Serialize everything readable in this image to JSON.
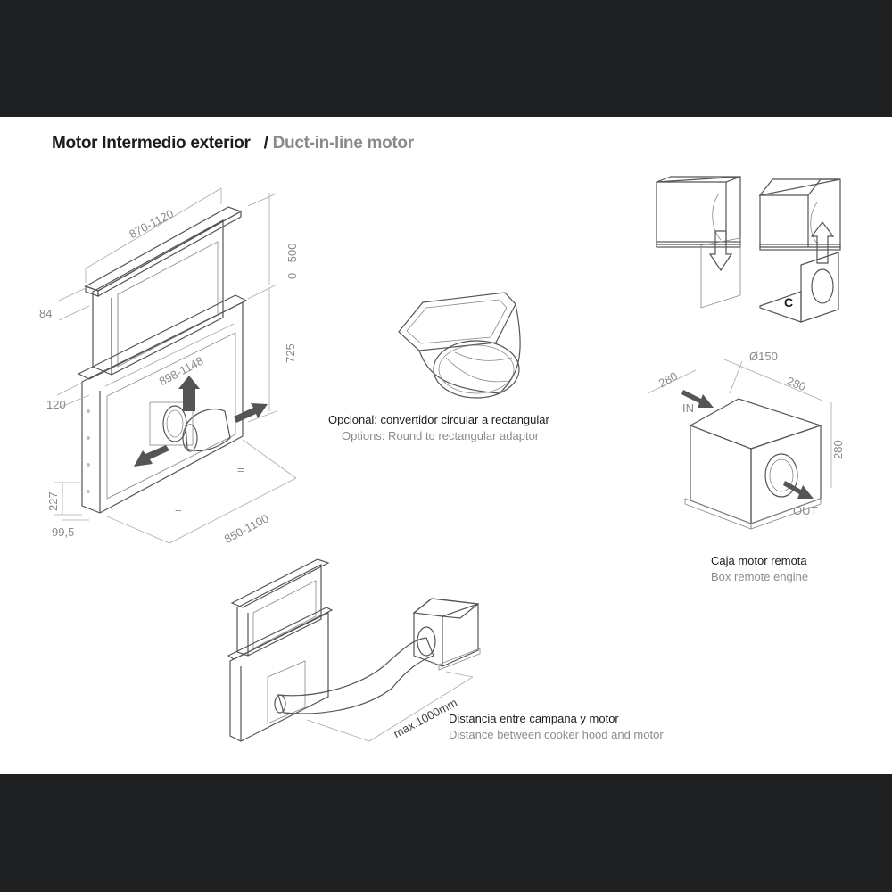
{
  "title": {
    "es": "Motor Intermedio exterior",
    "separator": "/",
    "en": "Duct-in-line motor"
  },
  "dimensions": {
    "width_top": "870-1120",
    "height_lift": "0 - 500",
    "depth": "84",
    "height_body": "725",
    "width_mid": "898-1148",
    "depth_lower": "120",
    "base_height": "227",
    "base_depth": "99,5",
    "width_cutout": "850-1100",
    "equal_mark": "="
  },
  "adaptor": {
    "caption_es": "Opcional: convertidor circular a rectangular",
    "caption_en": "Options: Round to rectangular adaptor"
  },
  "mounting": {
    "label_c": "C"
  },
  "box_motor": {
    "dim_left": "280",
    "dim_diameter": "Ø150",
    "dim_right": "280",
    "dim_height": "280",
    "label_in": "IN",
    "label_out": "OUT",
    "caption_es": "Caja motor remota",
    "caption_en": "Box remote engine"
  },
  "distance": {
    "max_label": "max.1000mm",
    "caption_es": "Distancia entre campana y motor",
    "caption_en": "Distance between cooker hood and motor"
  }
}
